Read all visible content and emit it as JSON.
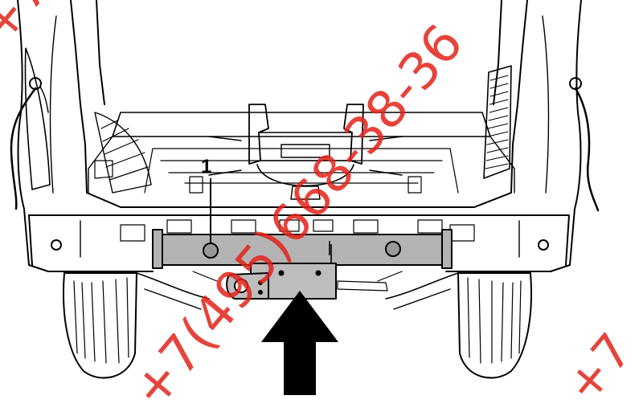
{
  "diagram": {
    "callout": "1",
    "watermark": {
      "text_1": "+7(495)668-38-36",
      "text_2": "+7(495)668-38-36",
      "text_3": "+7",
      "color": "#e2231a"
    },
    "colors": {
      "line": "#000000",
      "crossmember_fill": "#b3b3b3",
      "bracket_fill": "#bdbdbd",
      "arrow_fill": "#000000"
    }
  }
}
